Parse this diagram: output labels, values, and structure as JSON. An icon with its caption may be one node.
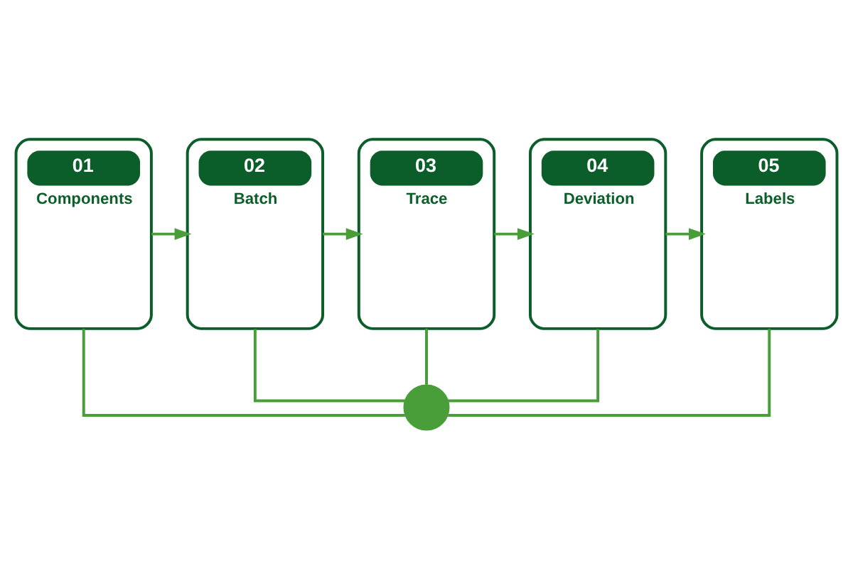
{
  "diagram": {
    "nodes": [
      {
        "text": [
          "01",
          "Components"
        ]
      },
      {
        "text": [
          "02",
          "Batch"
        ]
      },
      {
        "text": [
          "03",
          "Trace"
        ]
      },
      {
        "text": [
          "04",
          "Deviation"
        ]
      },
      {
        "text": [
          "05",
          "Labels"
        ]
      },
      {
        "text": [],
        "shape": "circle"
      }
    ],
    "edges": [
      {
        "from": 0,
        "to": 1,
        "arrow": "to"
      },
      {
        "from": 1,
        "to": 2,
        "arrow": "to"
      },
      {
        "from": 2,
        "to": 3,
        "arrow": "to"
      },
      {
        "from": 3,
        "to": 4,
        "arrow": "to"
      },
      {
        "from": 0,
        "to": 5,
        "arrow": "none"
      },
      {
        "from": 1,
        "to": 5,
        "arrow": "none"
      },
      {
        "from": 2,
        "to": 5,
        "arrow": "none"
      },
      {
        "from": 3,
        "to": 5,
        "arrow": "none"
      },
      {
        "from": 4,
        "to": 5,
        "arrow": "none"
      }
    ]
  }
}
